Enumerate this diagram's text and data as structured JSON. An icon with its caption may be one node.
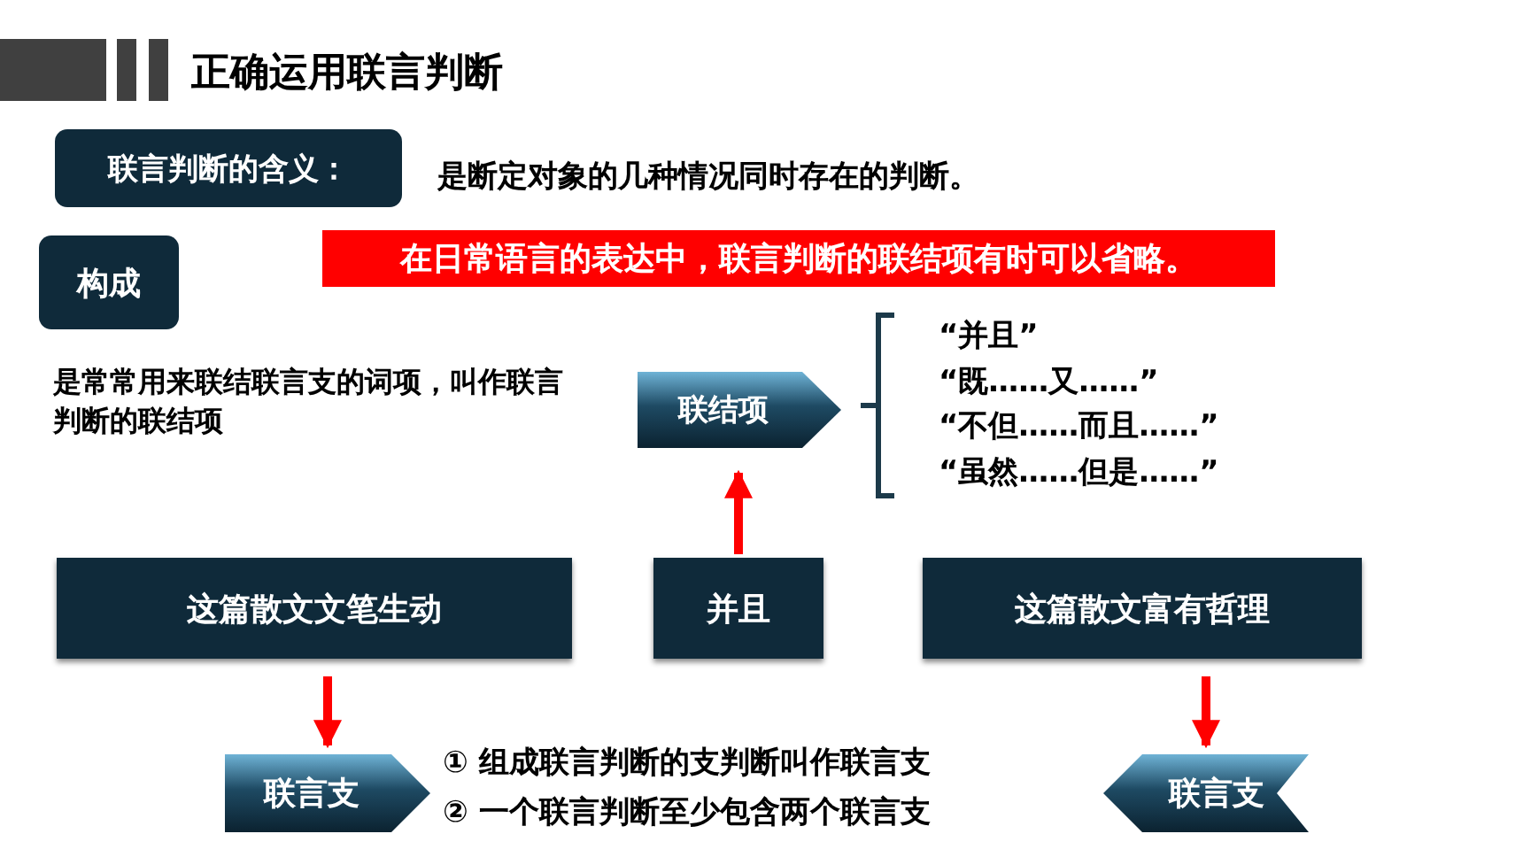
{
  "diagram": {
    "title": "正确运用联言判断",
    "nodes": [
      {
        "text": [
          "联言判断的含义："
        ]
      },
      {
        "text": [
          "在日常语言的表达中，联言判断的联结项有时可以省略。"
        ]
      },
      {
        "text": [
          "构成"
        ]
      },
      {
        "text": [
          "联结项"
        ]
      },
      {
        "text": [
          "这篇散文文笔生动"
        ]
      },
      {
        "text": [
          "并且"
        ]
      },
      {
        "text": [
          "这篇散文富有哲理"
        ]
      },
      {
        "text": [
          "联言支"
        ]
      },
      {
        "text": [
          "联言支"
        ]
      }
    ],
    "edges": [
      {
        "from": 5,
        "to": 3,
        "arrow": "to"
      },
      {
        "from": 4,
        "to": 7,
        "arrow": "to"
      },
      {
        "from": 6,
        "to": 8,
        "arrow": "to"
      }
    ],
    "labels": [
      "是断定对象的几种情况同时存在的判断。",
      "是常常用来联结联言支的词项，叫作联言判断的联结项",
      "“并且”",
      "“既……又……”",
      "“不但……而且……”",
      "“虽然……但是……”",
      "①  组成联言判断的支判断叫作联言支",
      "②  一个联言判断至少包含两个联言支"
    ]
  }
}
